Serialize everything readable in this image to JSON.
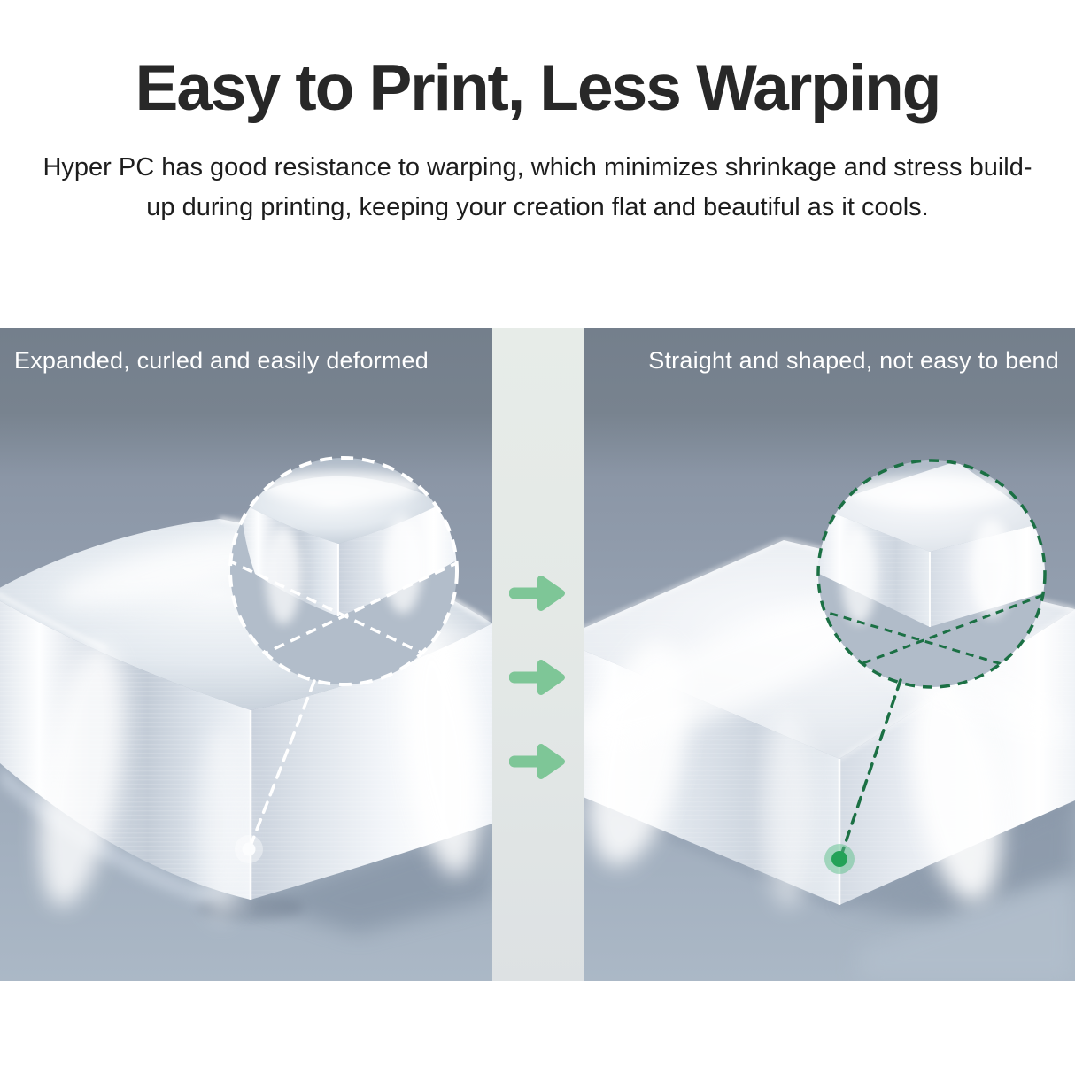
{
  "header": {
    "title": "Easy to Print, Less Warping",
    "description": "Hyper PC has good resistance to warping, which minimizes shrinkage and stress build-up during printing, keeping your creation flat and beautiful as it cools."
  },
  "comparison": {
    "left_panel": {
      "label": "Expanded, curled and easily deformed",
      "render": "warped-clear-printed-block",
      "callout": "white-dashed-magnifier-circle",
      "marker": "white-corner-dot"
    },
    "right_panel": {
      "label": "Straight and shaped, not easy to bend",
      "render": "straight-clear-printed-block",
      "callout": "green-dashed-magnifier-circle",
      "marker": "green-corner-dot"
    },
    "divider": {
      "arrow_icon": "arrow-right-icon",
      "arrow_count": 3
    }
  },
  "colors": {
    "title_text": "#282828",
    "body_text": "#1d1d1d",
    "panel_label_text": "#ffffff",
    "panel_background_top": "#75808d",
    "panel_background_bottom": "#abb8c6",
    "divider_background": "#e3e8e6",
    "arrow_green": "#7ec697",
    "callout_green": "#1b7044",
    "marker_green": "#23a257",
    "callout_white": "#ffffff"
  }
}
